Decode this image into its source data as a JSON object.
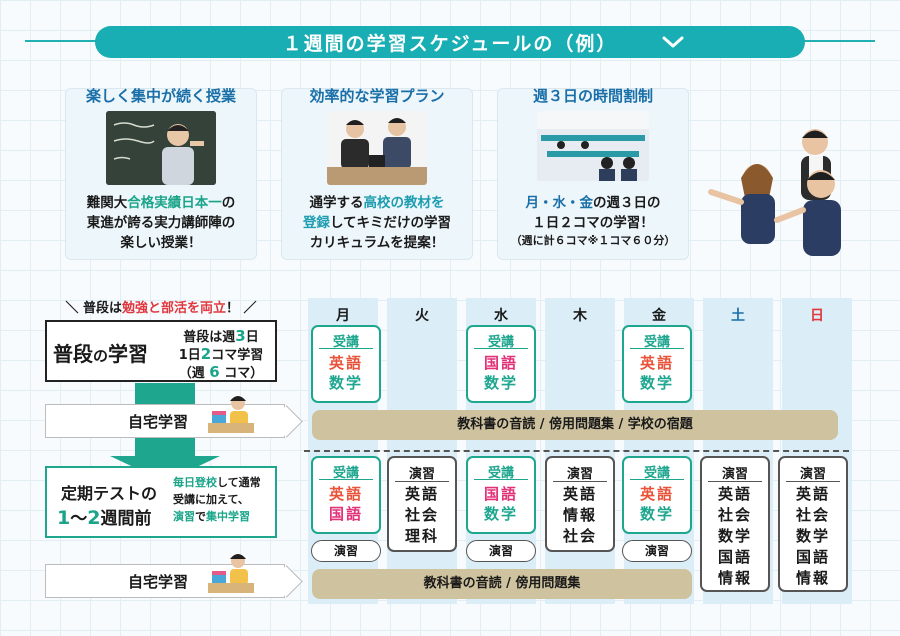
{
  "header": {
    "title": "１週間の学習スケジュールの（例）"
  },
  "cards": [
    {
      "title": "楽しく集中が続く授業",
      "lines": [
        "難関大合格実績日本一の",
        "東進が誇る実力講師陣の",
        "楽しい授業！"
      ]
    },
    {
      "title": "効率的な学習プラン",
      "lines": [
        "通学する高校の教材を",
        "登録してキミだけの学習",
        "カリキュラムを提案！"
      ]
    },
    {
      "title": "週３日の時間割制",
      "lines": [
        "月・水・金の週３日の",
        "１日２コマの学習！"
      ],
      "note": "（週に計６コマ※１コマ６０分）"
    }
  ],
  "left": {
    "catch": "＼ 普段は勉強と部活を両立！ ／",
    "normal_title": "普段の学習",
    "normal_detail": [
      "普段は週３日",
      "１日２コマ学習",
      "（週６コマ）"
    ],
    "home1": "自宅学習",
    "test_title_1": "定期テストの",
    "test_title_2": "１～２週間前",
    "test_detail": [
      "毎日登校して通常",
      "受講に加えて、",
      "演習で集中学習"
    ],
    "home2": "自宅学習"
  },
  "timetable": {
    "days": [
      "月",
      "火",
      "水",
      "木",
      "金",
      "土",
      "日"
    ],
    "day_colors": [
      "#1a1a1a",
      "#1a1a1a",
      "#1a1a1a",
      "#1a1a1a",
      "#1a1a1a",
      "#1a6fa8",
      "#e0383e"
    ],
    "normal_slots": [
      {
        "head": "受講",
        "s1": "英語",
        "s2": "数学"
      },
      {
        "head": "受講",
        "s1": "国語",
        "s2": "数学"
      },
      {
        "head": "受講",
        "s1": "英語",
        "s2": "数学"
      }
    ],
    "normal_bar": "教科書の音読 / 傍用問題集 / 学校の宿題",
    "test_slots": [
      {
        "head": "受講",
        "s1": "英語",
        "s2": "国語"
      },
      {
        "head": "受講",
        "s1": "国語",
        "s2": "数学"
      },
      {
        "head": "受講",
        "s1": "英語",
        "s2": "数学"
      }
    ],
    "exercise_label": "演習",
    "exercises": {
      "tue": [
        "英語",
        "社会",
        "理科"
      ],
      "thu": [
        "英語",
        "情報",
        "社会"
      ],
      "sat": [
        "英語",
        "社会",
        "数学",
        "国語",
        "情報"
      ],
      "sun": [
        "英語",
        "社会",
        "数学",
        "国語",
        "情報"
      ]
    },
    "test_bar": "教科書の音読 / 傍用問題集"
  },
  "colors": {
    "accent": "#19aeb3",
    "green": "#1fa68f",
    "blue": "#1a6fa8",
    "red": "#e0383e",
    "orange": "#e8533a",
    "pink": "#e2327a",
    "tan": "#cfc39f"
  }
}
